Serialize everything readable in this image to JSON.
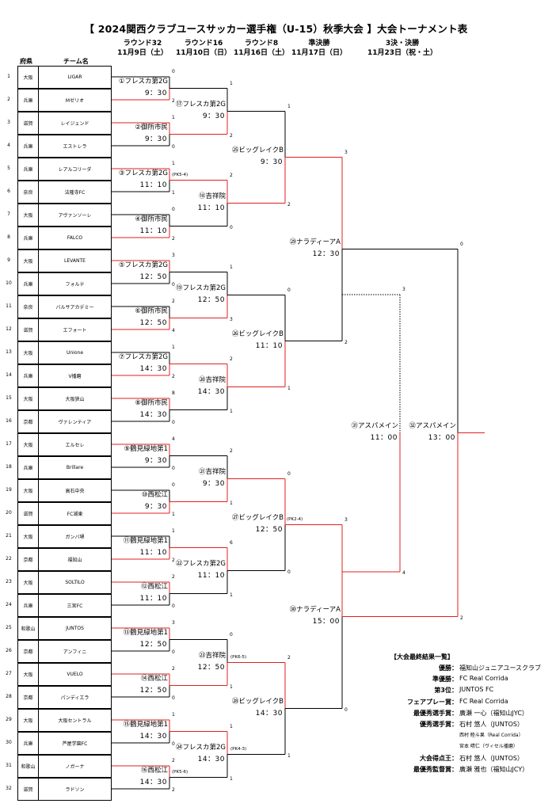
{
  "title": "【 2024関西クラブユースサッカー選手権（U-15）秋季大会 】大会トーナメント表",
  "rounds": [
    {
      "name": "ラウンド32",
      "date": "11月9日（土）"
    },
    {
      "name": "ラウンド16",
      "date": "11月10日（日）"
    },
    {
      "name": "ラウンド8",
      "date": "11月16日（土）"
    },
    {
      "name": "準決勝",
      "date": "11月17日（日）"
    },
    {
      "name": "3決・決勝",
      "date": "11月23日（祝・土）"
    }
  ],
  "col_headers": {
    "pref": "府県",
    "team": "チーム名"
  },
  "teams": [
    {
      "no": "1",
      "pref": "大阪",
      "name": "LIGAR"
    },
    {
      "no": "2",
      "pref": "兵庫",
      "name": "Mゼリオ"
    },
    {
      "no": "3",
      "pref": "滋賀",
      "name": "レイジェンド"
    },
    {
      "no": "4",
      "pref": "兵庫",
      "name": "エストレラ"
    },
    {
      "no": "5",
      "pref": "兵庫",
      "name": "レアルコリーダ"
    },
    {
      "no": "6",
      "pref": "奈良",
      "name": "法隆寺FC"
    },
    {
      "no": "7",
      "pref": "大阪",
      "name": "アヴァンソーレ"
    },
    {
      "no": "8",
      "pref": "兵庫",
      "name": "FALCO"
    },
    {
      "no": "9",
      "pref": "大阪",
      "name": "LEVANTE"
    },
    {
      "no": "10",
      "pref": "兵庫",
      "name": "フォルテ"
    },
    {
      "no": "11",
      "pref": "奈良",
      "name": "バルサアカデミー"
    },
    {
      "no": "12",
      "pref": "滋賀",
      "name": "エフォート"
    },
    {
      "no": "13",
      "pref": "大阪",
      "name": "Unione"
    },
    {
      "no": "14",
      "pref": "兵庫",
      "name": "V播磨"
    },
    {
      "no": "15",
      "pref": "大阪",
      "name": "大阪狭山"
    },
    {
      "no": "16",
      "pref": "京都",
      "name": "ヴァレンティア"
    },
    {
      "no": "17",
      "pref": "大阪",
      "name": "エルセレ"
    },
    {
      "no": "18",
      "pref": "兵庫",
      "name": "Brillare"
    },
    {
      "no": "19",
      "pref": "大阪",
      "name": "高石中央"
    },
    {
      "no": "20",
      "pref": "滋賀",
      "name": "FC湖東"
    },
    {
      "no": "21",
      "pref": "大阪",
      "name": "ガンバ堺"
    },
    {
      "no": "22",
      "pref": "京都",
      "name": "福知山"
    },
    {
      "no": "23",
      "pref": "大阪",
      "name": "SOLTILO"
    },
    {
      "no": "24",
      "pref": "兵庫",
      "name": "三宮FC"
    },
    {
      "no": "25",
      "pref": "和歌山",
      "name": "JUNTOS"
    },
    {
      "no": "26",
      "pref": "京都",
      "name": "アンフィニ"
    },
    {
      "no": "27",
      "pref": "大阪",
      "name": "VUELO"
    },
    {
      "no": "28",
      "pref": "京都",
      "name": "パンディエラ"
    },
    {
      "no": "29",
      "pref": "大阪",
      "name": "大阪セントラル"
    },
    {
      "no": "30",
      "pref": "兵庫",
      "name": "芦屋学園FC"
    },
    {
      "no": "31",
      "pref": "和歌山",
      "name": "ノガーナ"
    },
    {
      "no": "32",
      "pref": "滋賀",
      "name": "ラドソン"
    }
  ],
  "matches": [
    {
      "name": "①フレスカ第2G",
      "time": "9：30",
      "s1": "0",
      "s2": "2",
      "note": ""
    },
    {
      "name": "②御所市民",
      "time": "9：30",
      "s1": "1",
      "s2": "0",
      "note": ""
    },
    {
      "name": "③フレスカ第2G",
      "time": "11：10",
      "s1": "1",
      "s2": "1",
      "note": "(PK5-4)"
    },
    {
      "name": "④御所市民",
      "time": "11：10",
      "s1": "0",
      "s2": "2",
      "note": ""
    },
    {
      "name": "⑤フレスカ第2G",
      "time": "12：50",
      "s1": "3",
      "s2": "0",
      "note": ""
    },
    {
      "name": "⑥御所市民",
      "time": "12：50",
      "s1": "2",
      "s2": "4",
      "note": ""
    },
    {
      "name": "⑦フレスカ第2G",
      "time": "14：30",
      "s1": "1",
      "s2": "2",
      "note": ""
    },
    {
      "name": "⑧御所市民",
      "time": "14：30",
      "s1": "8",
      "s2": "0",
      "note": ""
    },
    {
      "name": "⑨鶴見緑地第1",
      "time": "9：30",
      "s1": "4",
      "s2": "0",
      "note": ""
    },
    {
      "name": "⑩西松江",
      "time": "9：30",
      "s1": "0",
      "s2": "1",
      "note": ""
    },
    {
      "name": "⑪鶴見緑地第1",
      "time": "11：10",
      "s1": "1",
      "s2": "2",
      "note": ""
    },
    {
      "name": "⑫西松江",
      "time": "11：10",
      "s1": "2",
      "s2": "0",
      "note": ""
    },
    {
      "name": "⑬鶴見緑地第1",
      "time": "12：50",
      "s1": "3",
      "s2": "0",
      "note": ""
    },
    {
      "name": "⑭西松江",
      "time": "12：50",
      "s1": "2",
      "s2": "0",
      "note": ""
    },
    {
      "name": "⑮鶴見緑地第1",
      "time": "14：30",
      "s1": "1",
      "s2": "0",
      "note": ""
    },
    {
      "name": "⑯西松江",
      "time": "14：30",
      "s1": "2",
      "s2": "2",
      "note": "(PK5-6)"
    },
    {
      "name": "⑰フレスカ第2G",
      "time": "9：30",
      "s1": "1",
      "s2": "2",
      "note": ""
    },
    {
      "name": "⑱吉祥院",
      "time": "11：10",
      "s1": "2",
      "s2": "0",
      "note": ""
    },
    {
      "name": "⑲フレスカ第2G",
      "time": "12：50",
      "s1": "1",
      "s2": "3",
      "note": ""
    },
    {
      "name": "⑳吉祥院",
      "time": "14：30",
      "s1": "2",
      "s2": "1",
      "note": ""
    },
    {
      "name": "㉑吉祥院",
      "time": "9：30",
      "s1": "2",
      "s2": "1",
      "note": ""
    },
    {
      "name": "㉒フレスカ第2G",
      "time": "11：10",
      "s1": "6",
      "s2": "1",
      "note": ""
    },
    {
      "name": "㉓吉祥院",
      "time": "12：50",
      "s1": "0",
      "s2": "1",
      "note": "(PK6-5)"
    },
    {
      "name": "㉔フレスカ第2G",
      "time": "14：30",
      "s1": "1",
      "s2": "1",
      "note": "(PK4-3)"
    },
    {
      "name": "㉕ビッグレイクB",
      "time": "9：30",
      "s1": "1",
      "s2": "2",
      "note": ""
    },
    {
      "name": "㉖ビッグレイクB",
      "time": "11：10",
      "s1": "0",
      "s2": "1",
      "note": ""
    },
    {
      "name": "㉗ビッグレイクB",
      "time": "12：50",
      "s1": "0",
      "s2": "0",
      "note": "(PK2-4)"
    },
    {
      "name": "㉘ビッグレイクB",
      "time": "14：30",
      "s1": "2",
      "s2": "1",
      "note": ""
    },
    {
      "name": "㉙ナラディーアA",
      "time": "12：30",
      "s1": "3",
      "s2": "2",
      "note": ""
    },
    {
      "name": "㉚ナラディーアA",
      "time": "15：00",
      "s1": "3",
      "s2": "0",
      "note": ""
    },
    {
      "name": "㉛アスパメイン",
      "time": "11：00",
      "s1": "3",
      "s2": "4",
      "note": ""
    },
    {
      "name": "㉜アスパメイン",
      "time": "13：00",
      "s1": "0",
      "s2": "2",
      "note": ""
    }
  ],
  "results": {
    "heading": "【大会最終結果一覧】",
    "items": [
      {
        "label": "優勝：",
        "value": "福知山ジュニアユースクラブ"
      },
      {
        "label": "準優勝：",
        "value": "FC Real Corrida"
      },
      {
        "label": "第3位：",
        "value": "JUNTOS FC"
      },
      {
        "label": "フェアプレー賞：",
        "value": "FC Real Corrida"
      },
      {
        "label": "最優秀選手賞：",
        "value": "廣瀬 一心（福知山JYC）"
      },
      {
        "label": "優秀選手賞：",
        "value": "石村 悠人（JUNTOS）"
      },
      {
        "label": "",
        "value": "西村 睦斗果（Real Corrida）"
      },
      {
        "label": "",
        "value": "宮本 晴仁（ヴィセル播磨）"
      },
      {
        "label": "大会得点王：",
        "value": "石村 悠人（JUNTOS）"
      },
      {
        "label": "最優秀監督賞：",
        "value": "廣瀬 雅也（福知山JCY）"
      }
    ]
  },
  "colors": {
    "winner_line": "#e02020",
    "line": "#000000"
  }
}
